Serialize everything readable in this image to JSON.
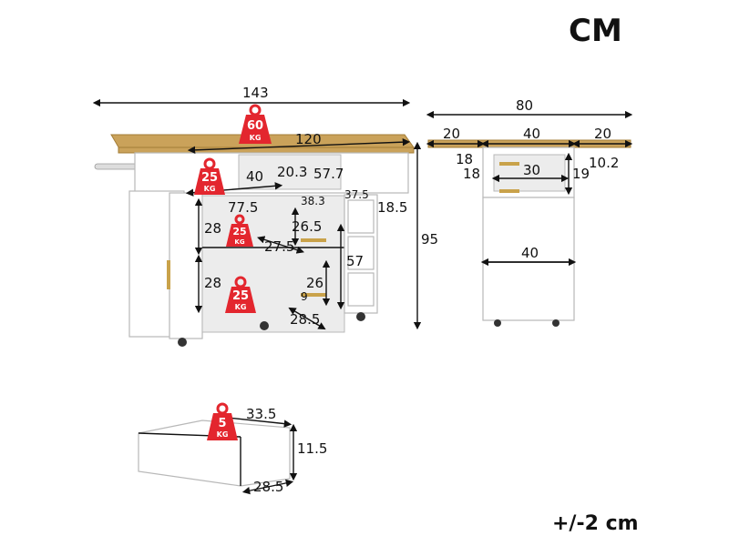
{
  "unit_label": "CM",
  "tolerance_label": "+/-2 cm",
  "weights": {
    "top": {
      "value": "60",
      "unit": "KG"
    },
    "shelf_top": {
      "value": "25",
      "unit": "KG"
    },
    "shelf_mid": {
      "value": "25",
      "unit": "KG"
    },
    "shelf_bottom": {
      "value": "25",
      "unit": "KG"
    },
    "drawer": {
      "value": "5",
      "unit": "KG"
    }
  },
  "front_view": {
    "overall_width": "143",
    "top_width": "120",
    "niche_width": "40",
    "niche_height": "20.3",
    "niche_depth": "57.7",
    "cabinet_width": "77.5",
    "inner_depth": "38.3",
    "drawer_section_width": "37.5",
    "drawer_height": "18.5",
    "shelf_upper_height": "28",
    "shelf_lower_height": "28",
    "inner_height": "26.5",
    "shelf_depth": "27.5",
    "drawer_stack_height": "57",
    "lower_inner_height": "26",
    "door_gap": "9",
    "bottom_depth": "28.5",
    "total_height": "95"
  },
  "side_view": {
    "overall_depth": "80",
    "left_leaf": "20",
    "center": "40",
    "right_leaf": "20",
    "left_shelf_a": "18",
    "left_shelf_b": "18",
    "right_overhang": "10.2",
    "inner_width": "30",
    "inner_height": "19",
    "body_width": "40"
  },
  "drawer_view": {
    "width": "33.5",
    "height": "11.5",
    "depth": "28.5"
  }
}
